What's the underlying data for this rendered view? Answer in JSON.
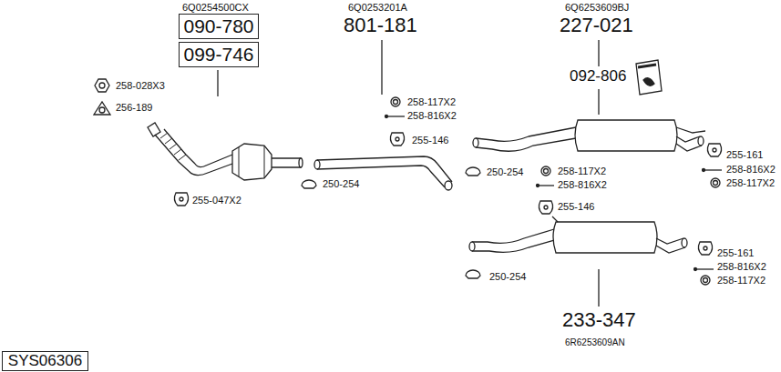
{
  "diagram": {
    "nodes": [
      {
        "text": [
          "090-780"
        ]
      },
      {
        "text": [
          "099-746"
        ]
      },
      {
        "text": [
          "SYS06306"
        ]
      }
    ],
    "labels": [
      "6Q0254500CX",
      "6Q0253201A",
      "6Q6253609BJ",
      "801-181",
      "227-021",
      "258-028X3",
      "256-189",
      "258-117X2",
      "258-816X2",
      "092-806",
      "255-146",
      "255-161",
      "258-816X2",
      "258-117X2",
      "250-254",
      "250-254",
      "258-117X2",
      "258-816X2",
      "255-047X2",
      "255-146",
      "255-161",
      "258-816X2",
      "258-117X2",
      "250-254",
      "233-347",
      "6R6253609AN"
    ]
  }
}
